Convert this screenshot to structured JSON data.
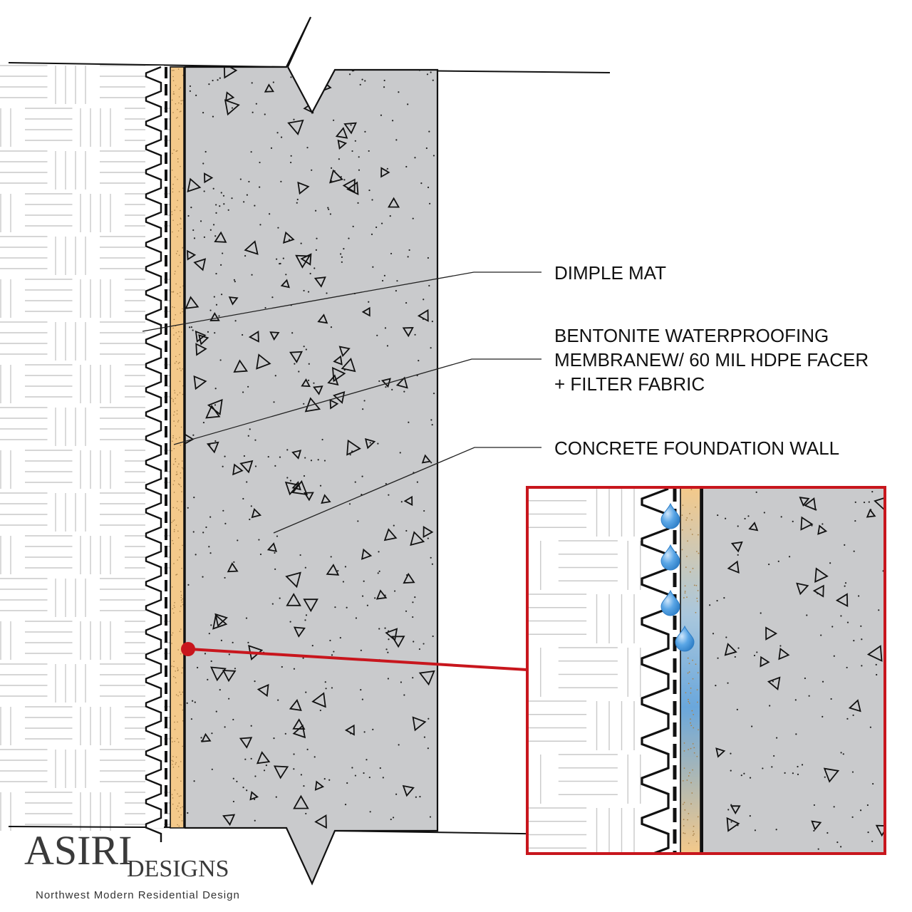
{
  "callouts": {
    "dimple_mat": "DIMPLE MAT",
    "membrane_line1": "BENTONITE WATERPROOFING",
    "membrane_line2": "MEMBRANEW/ 60 MIL HDPE FACER",
    "membrane_line3": "+ FILTER FABRIC",
    "concrete_wall": "CONCRETE FOUNDATION WALL"
  },
  "branding": {
    "name": "ASIRI",
    "sub": "DESIGNS",
    "tagline": "Northwest Modern Residential Design"
  },
  "colors": {
    "concrete": "#c9cacc",
    "bentonite": "#f4c98a",
    "detail_frame": "#c8161d",
    "water": "#4f9fe0",
    "soil_hatch": "#c9c9c9"
  },
  "icons": {
    "water_drop": "water-drop-icon"
  }
}
